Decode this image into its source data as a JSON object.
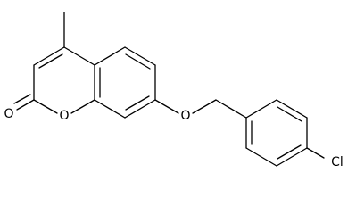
{
  "molecule": {
    "atoms": {
      "carbonyl_oxygen": "O",
      "ring_oxygen": "O",
      "ether_oxygen": "O",
      "chlorine": "Cl"
    },
    "colors": {
      "bond": "#000000",
      "label": "#000000",
      "background": "#ffffff"
    }
  }
}
